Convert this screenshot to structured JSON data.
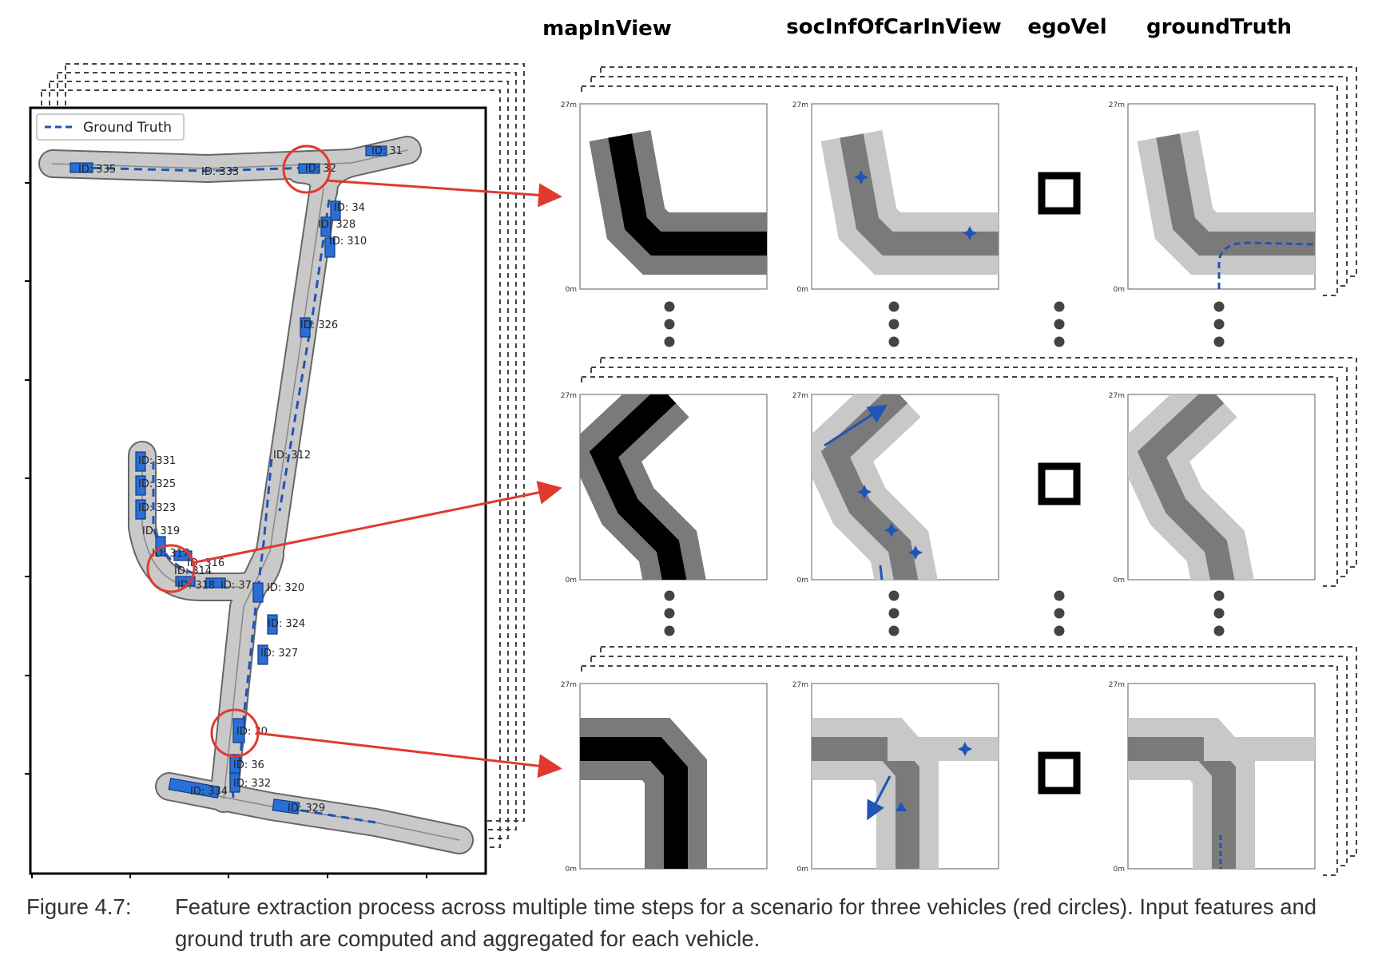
{
  "column_headers": [
    "mapInView",
    "socInfOfCarInView",
    "egoVel",
    "groundTruth"
  ],
  "axis_ticks": {
    "top": "27m",
    "bottom": "0m"
  },
  "legend": {
    "label": "Ground Truth"
  },
  "vehicle_labels": [
    "ID: 335",
    "ID: 333",
    "ID: 32",
    "ID: 31",
    "ID: 34",
    "ID: 328",
    "ID: 310",
    "ID: 326",
    "ID: 312",
    "ID: 331",
    "ID: 325",
    "ID: 323",
    "ID: 319",
    "ID: 317",
    "ID: 316",
    "ID: 314",
    "ID: 318",
    "ID: 37",
    "ID: 320",
    "ID: 324",
    "ID: 327",
    "ID: 30",
    "ID: 36",
    "ID: 332",
    "ID: 334",
    "ID: 329"
  ],
  "caption": {
    "label": "Figure 4.7:",
    "text": "Feature extraction process across multiple time steps for a scenario for three vehicles (red circles). Input features and ground truth are computed and aggregated for each vehicle."
  },
  "colors": {
    "lane_dark": "#000000",
    "lane_mid": "#7a7a7a",
    "lane_light": "#c8c8c8",
    "road": "#c9c9c9",
    "vehicle": "#2a6fd6",
    "trajectory": "#1f55b5",
    "highlight": "#e03a2f"
  }
}
